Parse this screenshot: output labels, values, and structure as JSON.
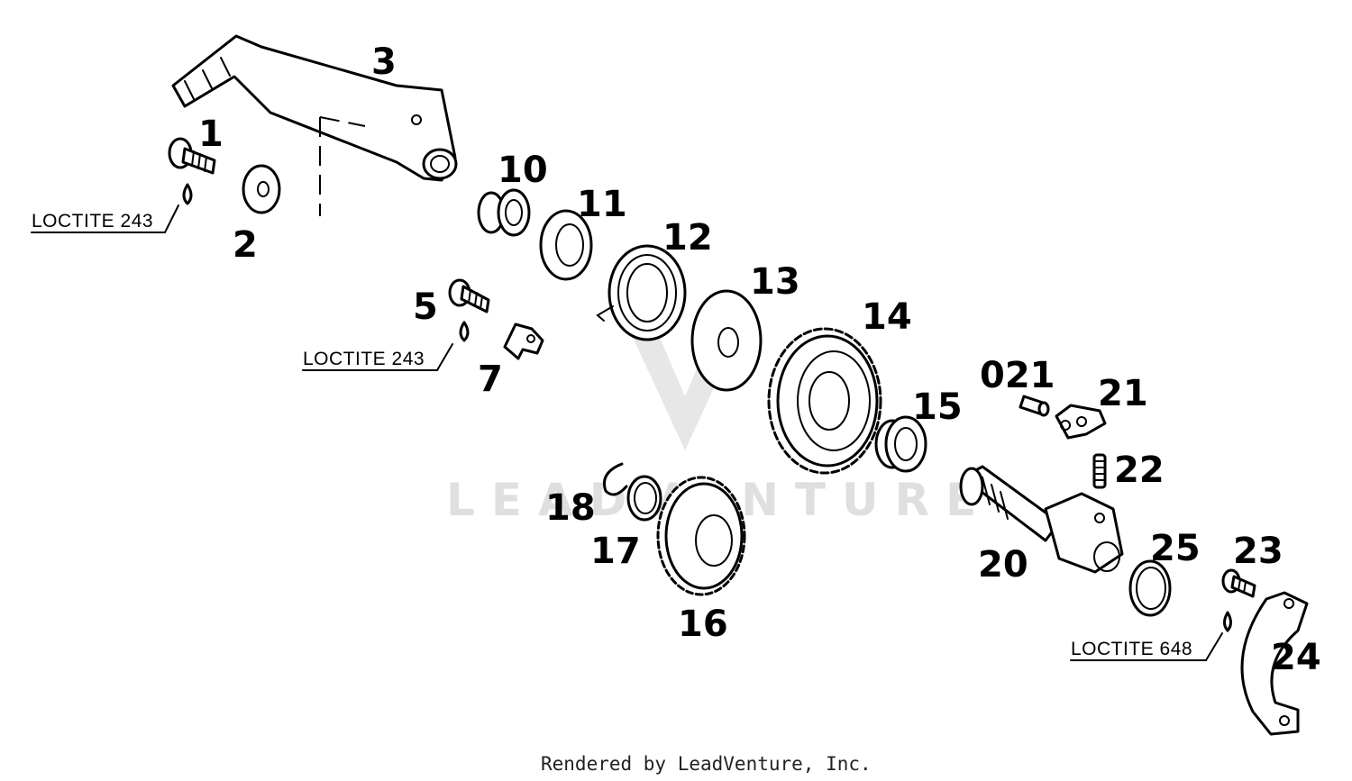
{
  "colors": {
    "line": "#000000",
    "watermark": "#d8d8d8",
    "background": "#ffffff"
  },
  "callouts": {
    "p1": "1",
    "p2": "2",
    "p3": "3",
    "p5": "5",
    "p7": "7",
    "p10": "10",
    "p11": "11",
    "p12": "12",
    "p13": "13",
    "p14": "14",
    "p15": "15",
    "p16": "16",
    "p17": "17",
    "p18": "18",
    "p20": "20",
    "p021": "021",
    "p21": "21",
    "p22": "22",
    "p23": "23",
    "p24": "24",
    "p25": "25"
  },
  "notes": {
    "loctite_1": "LOCTITE 243",
    "loctite_2": "LOCTITE 243",
    "loctite_3": "LOCTITE 648"
  },
  "watermark": {
    "text": "LEADVENTURE"
  },
  "footer": {
    "credit": "Rendered by LeadVenture, Inc."
  }
}
